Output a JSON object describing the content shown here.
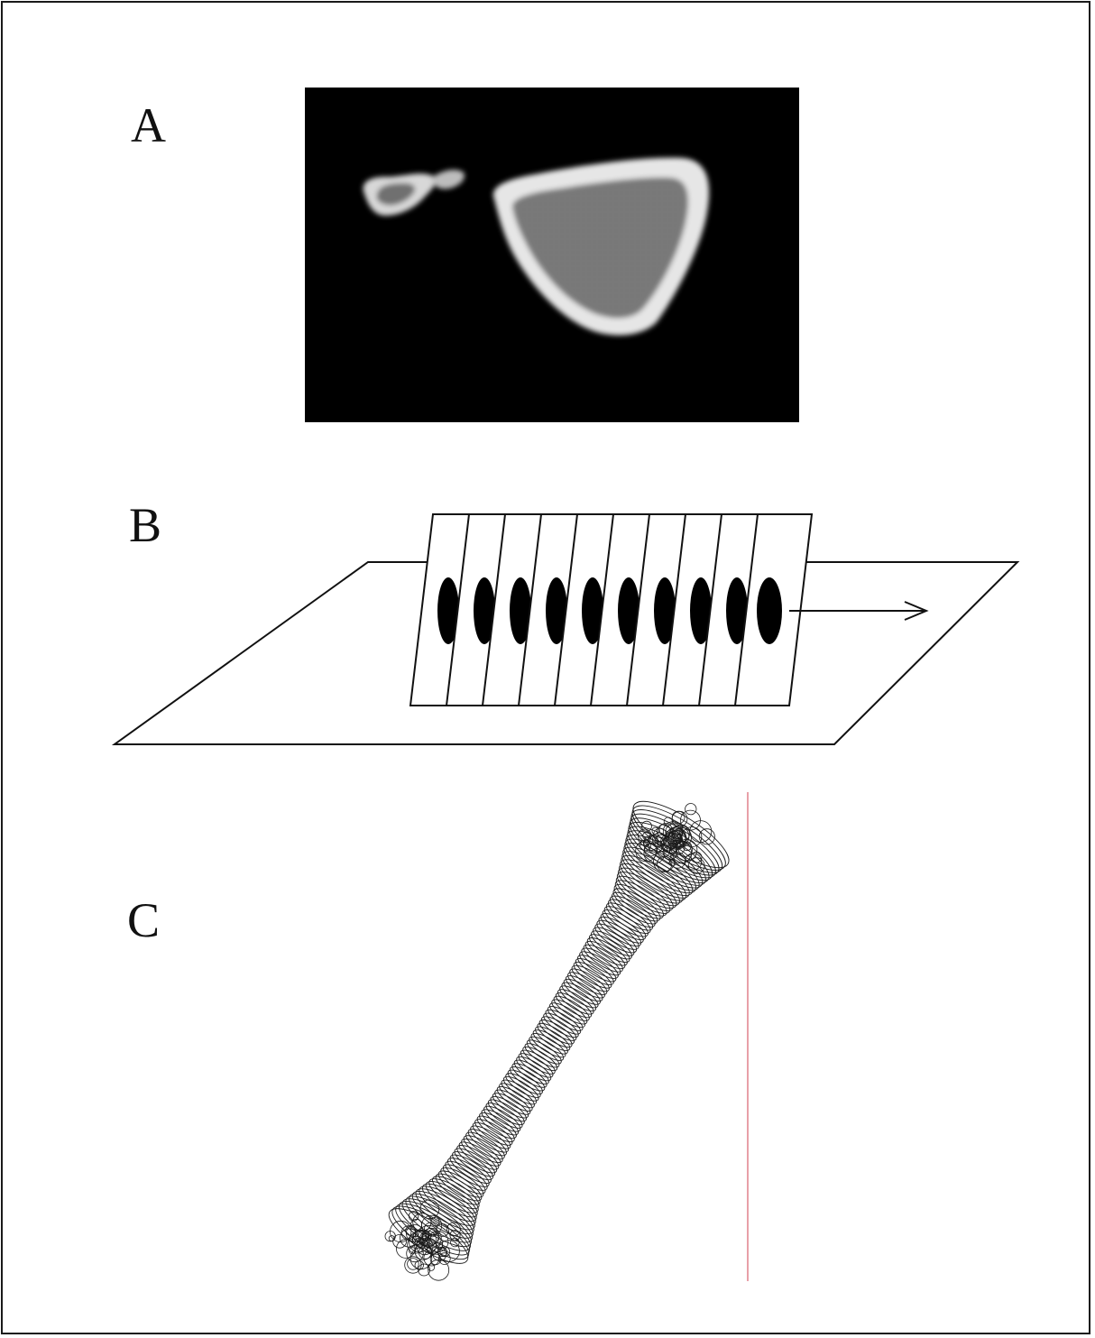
{
  "figure": {
    "panels": [
      {
        "id": "A",
        "label": "A",
        "content": "ct-cross-section"
      },
      {
        "id": "B",
        "label": "B",
        "content": "slice-stack"
      },
      {
        "id": "C",
        "label": "C",
        "content": "bone-wireframe-reconstruction"
      }
    ],
    "slice_count": 10,
    "colors": {
      "background": "#ffffff",
      "border": "#1a1a1a",
      "ct_background": "#000000",
      "cortical_bone": "#e6e6e6",
      "marrow": "#7a7a7a",
      "slice_fill": "#ffffff",
      "slice_marker": "#000000",
      "reference_line": "#e8a0a8"
    },
    "icons": {
      "arrow": "right-arrow"
    }
  }
}
